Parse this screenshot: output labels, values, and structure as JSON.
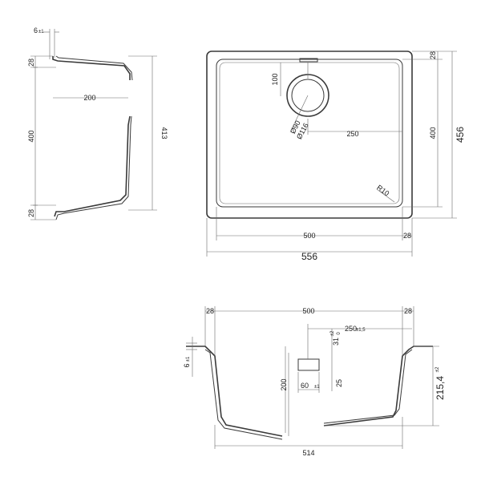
{
  "side_view": {
    "dim_lip": "6",
    "dim_lip_tol": "±1",
    "dim_top_flange": "28",
    "dim_depth_half": "200",
    "dim_inner_height": "400",
    "dim_bottom_flange": "28",
    "dim_total_height": "413"
  },
  "top_view": {
    "dim_drain_offset": "100",
    "dim_drain_inner": "Ø90",
    "dim_drain_outer": "Ø116",
    "dim_drain_horizontal": "250",
    "dim_corner_radius": "R10",
    "dim_right_flange": "28",
    "dim_inner_height": "400",
    "dim_outer_height": "456",
    "dim_inner_width": "500",
    "dim_bottom_flange": "28",
    "dim_outer_width": "556"
  },
  "front_view": {
    "dim_left_flange": "28",
    "dim_top_width": "500",
    "dim_right_flange": "28",
    "dim_drain_offset": "250",
    "dim_drain_offset_tol": "±1,5",
    "dim_overflow_top": "31",
    "dim_overflow_top_tol": "±2",
    "dim_overflow_top_tol2": "0",
    "dim_lip": "6",
    "dim_lip_tol": "±1",
    "dim_overflow_height": "200",
    "dim_overflow_width": "60",
    "dim_overflow_width_tol": "±1",
    "dim_overflow_h": "25",
    "dim_total_depth": "215,4",
    "dim_total_depth_tol": "±2",
    "dim_bottom_width": "514"
  }
}
